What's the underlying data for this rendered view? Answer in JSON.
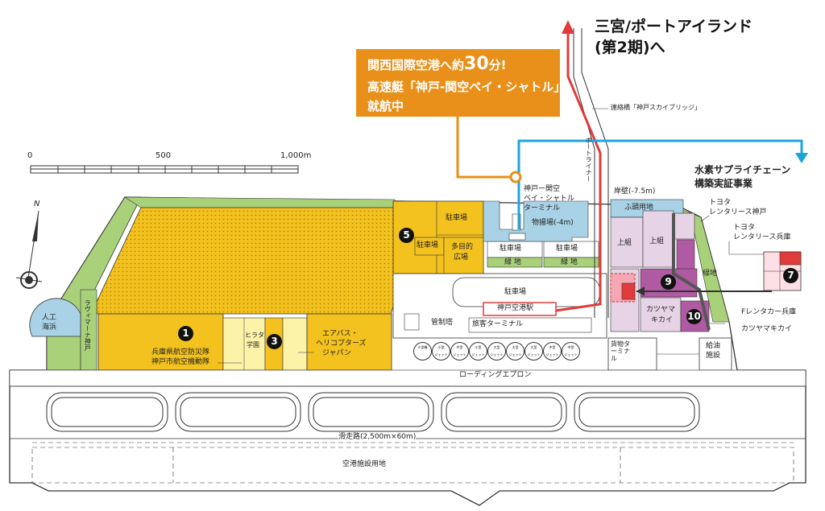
{
  "callout": {
    "line1a": "関西国際空港へ約",
    "line1num": "30",
    "line1b": "分!",
    "line2": "高速艇「神戸-関空ベイ・シャトル」",
    "line3": "就航中"
  },
  "destination": {
    "line1": "三宮/ポートアイランド",
    "line2": "(第2期)へ"
  },
  "hydrogen": {
    "line1": "水素サプライチェーン",
    "line2": "構築実証事業"
  },
  "scale": {
    "t0": "0",
    "t500": "500",
    "t1000": "1,000m"
  },
  "north": "N",
  "labels": {
    "bridge": "連絡橋「神戸スカイブリッジ」",
    "port_liner": "ポートライナー",
    "bay_shuttle_1": "神戸ー関空",
    "bay_shuttle_2": "ベイ・シャトル",
    "bay_shuttle_3": "ターミナル",
    "cargo_area": "物揚場(-4m)",
    "quay": "岸壁(-7.5m)",
    "wharf": "ふ頭用地",
    "toyota_kobe_1": "トヨタ",
    "toyota_kobe_2": "レンタリース神戸",
    "toyota_hyogo_1": "トヨタ",
    "toyota_hyogo_2": "レンタリース兵庫",
    "f_rental": "Fレンタカー兵庫",
    "katsuyama_side": "カツヤマキカイ",
    "katsuyama_a": "カツヤマ",
    "katsuyama_b": "キカイ",
    "uegumi_1": "上組",
    "uegumi_2": "上組",
    "green_right": "緑地",
    "parking_top": "駐車場",
    "parking_small": "駐車場",
    "multi_plaza_1": "多目的",
    "multi_plaza_2": "広場",
    "parking_mid": "駐車場",
    "parking_mid2": "駐車場",
    "green_1": "緑 地",
    "green_2": "緑 地",
    "parking_center": "駐車場",
    "station": "神戸空港駅",
    "control_tower": "管制塔",
    "terminal": "旅客ターミナル",
    "hyogo_1": "兵庫県航空防災隊",
    "hyogo_2": "神戸市航空機動隊",
    "hirata_1": "ヒラタ",
    "hirata_2": "学園",
    "airbus_1": "エアバス・",
    "airbus_2": "ヘリコプターズ",
    "airbus_3": "ジャパン",
    "rugby": "ラヴィマーナ神戸",
    "beach_1": "人工",
    "beach_2": "海浜",
    "loading": "ローディングエプロン",
    "runway": "滑走路(2,500m×60m)",
    "facility": "空港施設用地",
    "cargo_terminal": "貨物ターミナル",
    "fuel_1": "給油",
    "fuel_2": "施設"
  },
  "markers": [
    "1",
    "3",
    "5",
    "7",
    "9",
    "10"
  ],
  "gates": [
    [
      "小型機"
    ],
    [
      "小型",
      "ジェット"
    ],
    [
      "中型",
      "ジェット"
    ],
    [
      "小型",
      "ジェット"
    ],
    [
      "大型",
      "ジェット"
    ],
    [
      "大型",
      "ジェット"
    ],
    [
      "大型",
      "ジェット"
    ],
    [
      "中型",
      "ジェット"
    ],
    [
      "中型",
      "ジェット"
    ]
  ]
}
